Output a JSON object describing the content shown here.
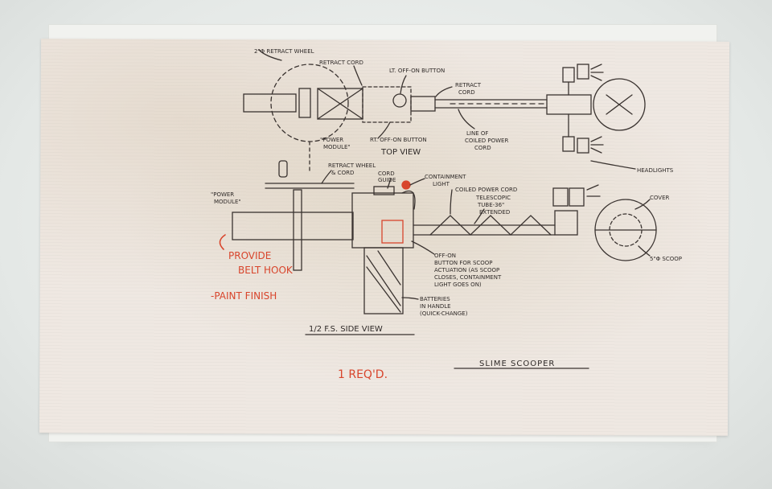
{
  "top_view": {
    "title": "TOP VIEW",
    "labels": {
      "retract_wheel": "2\"Φ RETRACT WHEEL",
      "retract_cord": "RETRACT CORD",
      "lt_button": "LT. OFF-ON BUTTON",
      "retract_cord_right": "RETRACT",
      "retract_cord_right2": "CORD",
      "power_module": "\"POWER",
      "power_module2": "MODULE\"",
      "rt_button": "RT. OFF-ON BUTTON",
      "coiled_line": "LINE OF",
      "coiled_line2": "COILED POWER",
      "coiled_line3": "CORD",
      "headlights": "HEADLIGHTS"
    }
  },
  "side_view": {
    "title": "1/2 F.S. SIDE VIEW",
    "labels": {
      "retract_wheel_cord": "RETRACT WHEEL",
      "retract_wheel_cord2": "& CORD",
      "cord_guide": "CORD",
      "cord_guide2": "GUIDE",
      "containment_light": "CONTAINMENT",
      "containment_light2": "LIGHT",
      "coiled_power_cord": "COILED POWER CORD",
      "telescopic": "TELESCOPIC",
      "telescopic2": "TUBE-36\"",
      "telescopic3": "EXTENDED",
      "power_module": "\"POWER",
      "power_module2": "MODULE\"",
      "covered": "COVER",
      "scoop": "5\"Φ SCOOP",
      "offon": "OFF-ON",
      "offon2": "BUTTON  FOR SCOOP",
      "offon3": "ACTUATION (AS SCOOP",
      "offon4": "CLOSES, CONTAINMENT",
      "offon5": "LIGHT GOES ON)",
      "batteries": "BATTERIES",
      "batteries2": "IN HANDLE",
      "batteries3": "(QUICK-CHANGE)"
    }
  },
  "notes": {
    "provide": "PROVIDE",
    "belt_hook": "BELT HOOK",
    "paint_finish": "-PAINT FINISH",
    "quantity": "1 REQ'D."
  },
  "drawing_title": "SLIME SCOOPER",
  "colors": {
    "ink": "#2f2a28",
    "red_ink": "#d8452c",
    "paper": "#efe8e2",
    "mat": "#f1f2ef"
  }
}
